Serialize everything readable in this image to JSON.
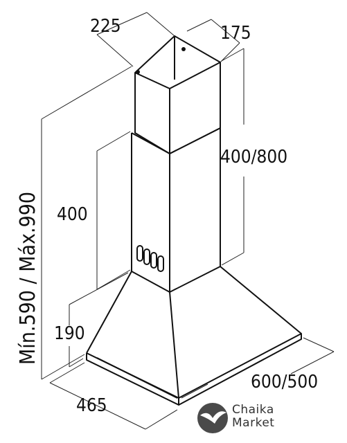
{
  "dimensions": {
    "chimney_width": "225",
    "chimney_depth": "175",
    "upper_chimney_height": "400/800",
    "lower_chimney_height": "400",
    "total_height": "Mín.590 / Máx.990",
    "canopy_height": "190",
    "hood_depth": "465",
    "hood_width": "600/500"
  },
  "logo": {
    "line1": "Chaika",
    "line2": "Market"
  }
}
